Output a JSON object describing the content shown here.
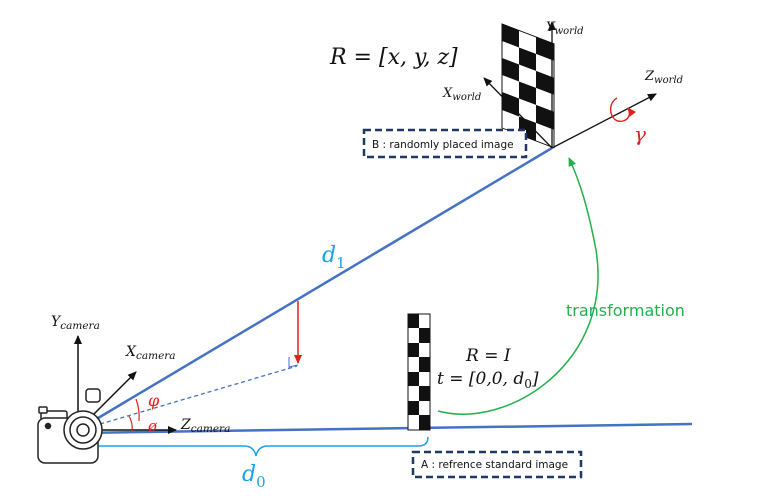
{
  "labels": {
    "rotation_b": "R = [x, y, z]",
    "y_world_main": "Y",
    "y_world_sub": "world",
    "x_world_main": "X",
    "x_world_sub": "world",
    "z_world_main": "Z",
    "z_world_sub": "world",
    "gamma": "γ",
    "box_b": "B : randomly placed image",
    "d1_main": "d",
    "d1_sub": "1",
    "transformation": "transformation",
    "rotation_a": "R = I",
    "translation_a_main": "t = [0,0, d",
    "translation_a_sub": "0",
    "translation_a_end": "]",
    "y_camera_main": "Y",
    "y_camera_sub": "camera",
    "x_camera_main": "X",
    "x_camera_sub": "camera",
    "z_camera_main": "Z",
    "z_camera_sub": "camera",
    "phi": "φ",
    "empty_angle": "ø",
    "d0_main": "d",
    "d0_sub": "0",
    "box_a": "A : refrence standard image"
  },
  "colors": {
    "ray": "#4472c4",
    "accent_red": "#e0201b",
    "accent_green": "#22b14c",
    "distance_blue": "#1aa3e8",
    "box_border": "#1f3864",
    "ink": "#111111"
  }
}
